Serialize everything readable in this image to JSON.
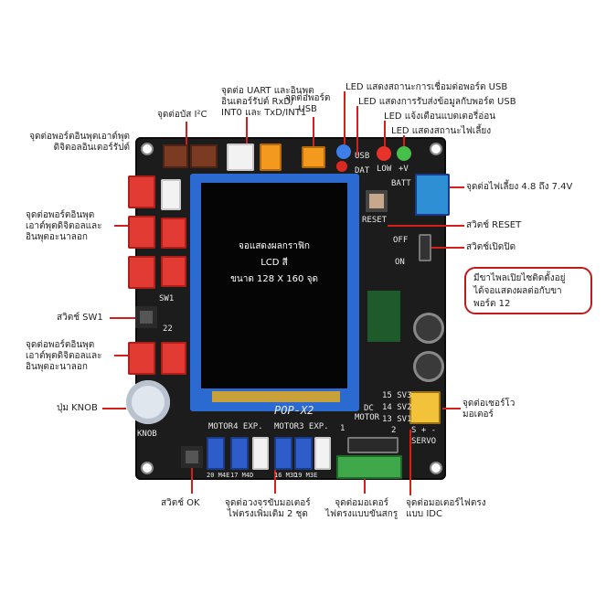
{
  "labels": {
    "i2c": "จุดต่อบัส I²C",
    "uart": [
      "จุดต่อ UART และอินพุต",
      "อินเตอร์รัปต์ RxD/",
      "INT0 และ TxD/INT1"
    ],
    "usb_port": [
      "จุดต่อพอร์ต",
      "USB"
    ],
    "led_usb": "LED แสดงสถานะการเชื่อมต่อพอร์ต USB",
    "led_dat": "LED แสดงการรับส่งข้อมูลกับพอร์ต USB",
    "led_low": "LED แจ้งเตือนแบตเตอรี่อ่อน",
    "led_power": "LED แสดงสถานะไฟเลี้ยง",
    "interrupt_port": [
      "จุดต่อพอร์ตอินพุตเอาต์พุต",
      "ดิจิตอลอินเตอร์รัปต์"
    ],
    "io_analog_1": [
      "จุดต่อพอร์ตอินพุต",
      "เอาต์พุตดิจิตอลและ",
      "อินพุตอะนาลอก"
    ],
    "sw1": "สวิตช์ SW1",
    "io_analog_2": [
      "จุดต่อพอร์ตอินพุต",
      "เอาต์พุตดิจิตอลและ",
      "อินพุตอะนาลอก"
    ],
    "knob": "ปุ่ม KNOB",
    "ok": "สวิตช์ OK",
    "motor_exp": [
      "จุดต่อวงจรขับมอเตอร์",
      "ไฟตรงเพิ่มเติม 2 ชุด"
    ],
    "dc_motor": [
      "จุดต่อมอเตอร์",
      "ไฟตรงแบบขันสกรู"
    ],
    "idc": [
      "จุดต่อมอเตอร์ไฟตรง",
      "แบบ IDC"
    ],
    "servo": [
      "จุดต่อเซอร์โว",
      "มอเตอร์"
    ],
    "battery": "จุดต่อไฟเลี้ยง 4.8 ถึง 7.4V",
    "reset": "สวิตช์ RESET",
    "power_switch": "สวิตช์เปิดปิด",
    "note": [
      "มีขาไพลเปิยไซติดตั้งอยู่",
      "ได้จอแสดงผลต่อกับขา",
      "พอร์ต 12"
    ]
  },
  "lcd": {
    "line1": "จอแสดงผลกราฟิก",
    "line2": "LCD สี",
    "line3": "ขนาด 128 X 160 จุด"
  },
  "silk": {
    "usb": "USB",
    "dat": "DAT",
    "low": "LOW",
    "plus_v": "+V",
    "batt": "BATT",
    "reset": "RESET",
    "off": "OFF",
    "on": "ON",
    "sw1": "SW1",
    "n22": "22",
    "knob": "KNOB",
    "motor4": "MOTOR4  EXP.",
    "motor3": "MOTOR3  EXP.",
    "m4e": "20 M4E",
    "m4d": "17 M4D",
    "m3d": "16 M3D",
    "m3e": "19 M3E",
    "brand": "POP-X2",
    "dc_motor": [
      "DC",
      "MOTOR"
    ],
    "n1": "1",
    "n2": "2",
    "sv3": "15 SV3",
    "sv2": "14 SV2",
    "sv1": "13 SV1",
    "servo": "SERVO",
    "spm": "S + -"
  }
}
